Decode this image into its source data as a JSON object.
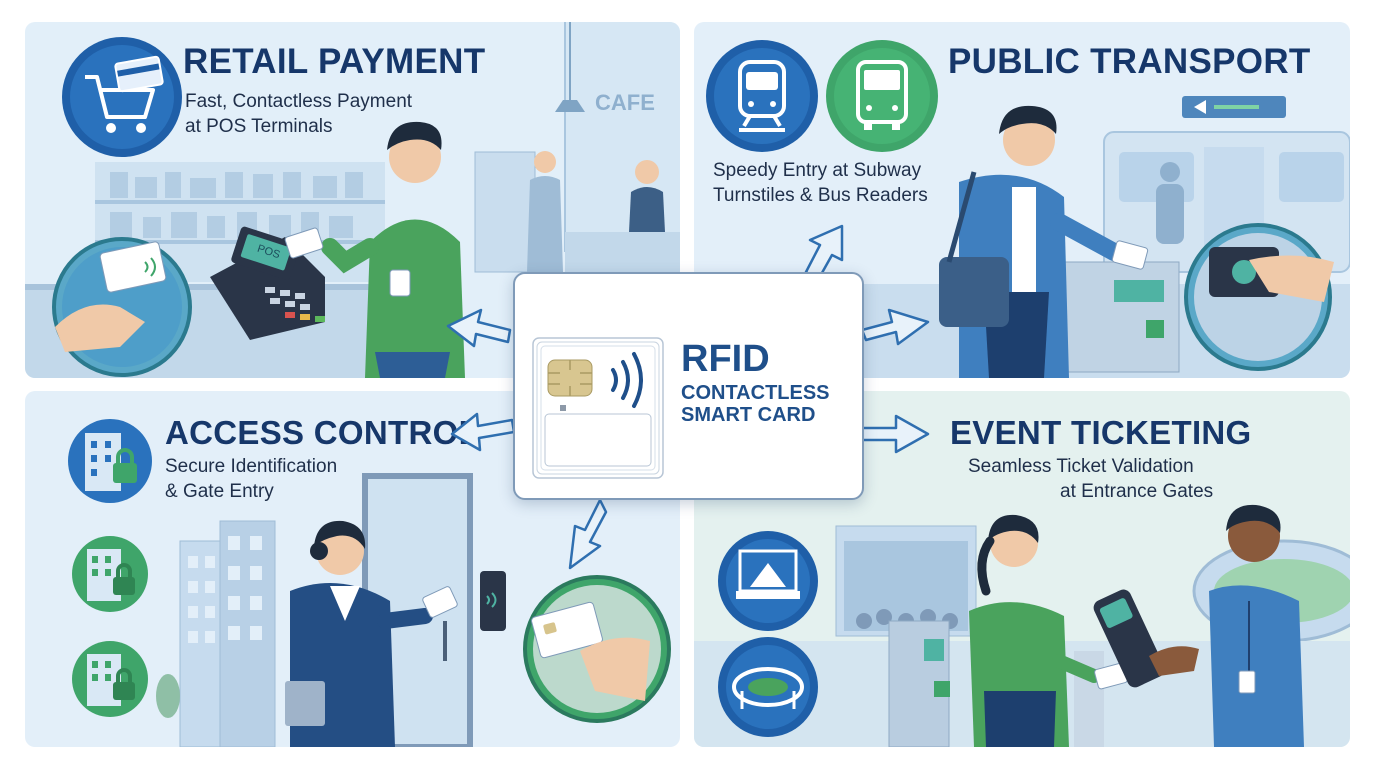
{
  "center": {
    "title": "RFID",
    "line1": "CONTACTLESS",
    "line2": "SMART CARD"
  },
  "panels": {
    "retail": {
      "title": "RETAIL PAYMENT",
      "subtitle_1": "Fast, Contactless Payment",
      "subtitle_2": "at POS Terminals",
      "sign": "CAFE",
      "terminal_label": "POS"
    },
    "transport": {
      "title": "PUBLIC TRANSPORT",
      "subtitle_1": "Speedy Entry at Subway",
      "subtitle_2": "Turnstiles & Bus Readers"
    },
    "access": {
      "title": "ACCESS CONTROL",
      "subtitle_1": "Secure Identification",
      "subtitle_2": "& Gate Entry"
    },
    "event": {
      "title": "EVENT TICKETING",
      "subtitle_1": "Seamless Ticket Validation",
      "subtitle_2": "at Entrance Gates"
    }
  },
  "colors": {
    "title": "#16376a",
    "accent_blue": "#1f5fa8",
    "accent_green": "#3fa56a",
    "panel_bg": "#e3eff9"
  }
}
